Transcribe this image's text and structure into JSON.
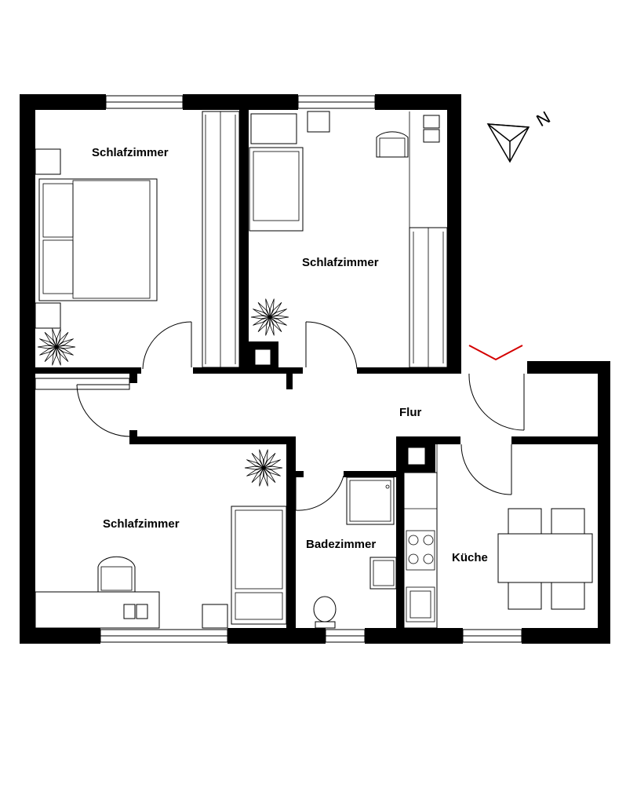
{
  "rooms": {
    "bedroom_top_left": "Schlafzimmer",
    "bedroom_top_right": "Schlafzimmer",
    "bedroom_bottom_left": "Schlafzimmer",
    "hallway": "Flur",
    "bathroom": "Badezimmer",
    "kitchen": "Küche"
  },
  "compass": {
    "label": "N"
  },
  "colors": {
    "wall": "#000000",
    "entrance_marker": "#d40000",
    "background": "#ffffff"
  }
}
